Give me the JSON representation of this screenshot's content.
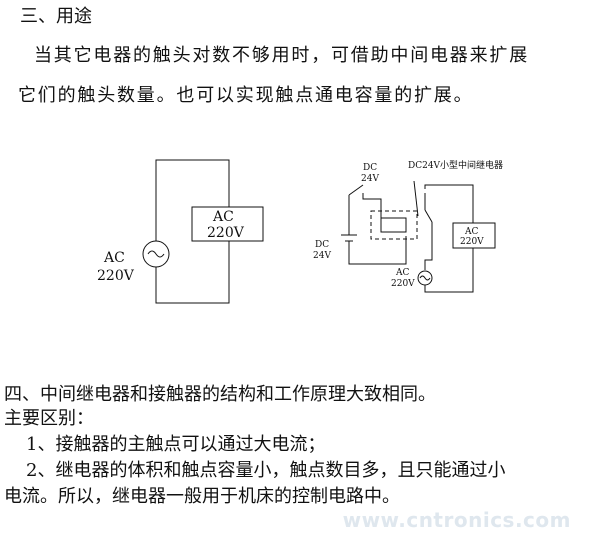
{
  "section3": {
    "heading": "三、用途",
    "para_line1": "当其它电器的触头对数不够用时，可借助中间电器来扩展",
    "para_line2": "它们的触头数量。也可以实现触点通电容量的扩展。"
  },
  "diagram_left": {
    "load_line1": "AC",
    "load_line2": "220V",
    "source_line1": "AC",
    "source_line2": "220V"
  },
  "diagram_right": {
    "dc_top_line1": "DC",
    "dc_top_line2": "24V",
    "relay_label": "DC24V小型中间继电器",
    "dc_left_line1": "DC",
    "dc_left_line2": "24V",
    "load_line1": "AC",
    "load_line2": "220V",
    "source_line1": "AC",
    "source_line2": "220V"
  },
  "section4": {
    "heading": "四、中间继电器和接触器的结构和工作原理大致相同。",
    "subheading": "主要区别：",
    "item1": "1、接触器的主触点可以通过大电流；",
    "item2_line1": "2、继电器的体积和触点容量小，触点数目多，且只能通过小",
    "item2_line2": "电流。所以，继电器一般用于机床的控制电路中。"
  },
  "watermark": "www.cntronics.com"
}
